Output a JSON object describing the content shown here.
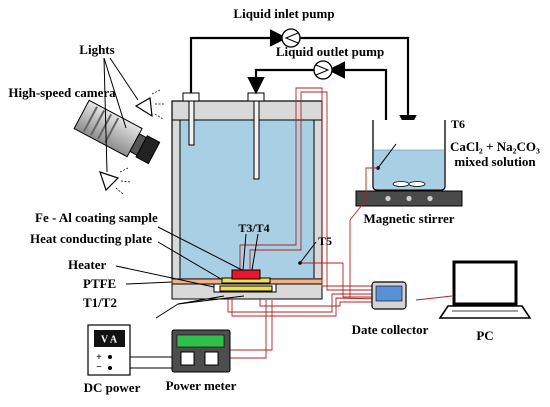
{
  "labels": {
    "inlet_pump": "Liquid inlet pump",
    "outlet_pump": "Liquid outlet pump",
    "lights": "Lights",
    "camera": "High-speed camera",
    "t6": "T6",
    "solution_line1": "CaCl₂ + Na₂CO₃",
    "solution_line2": "mixed solution",
    "stirrer": "Magnetic stirrer",
    "sample": "Fe - Al coating  sample",
    "t3t4": "T3/T4",
    "plate": "Heat conducting plate",
    "t5": "T5",
    "heater": "Heater",
    "ptfe": "PTFE",
    "t1t2": "T1/T2",
    "collector": "Date collector",
    "pc": "PC",
    "dc_power": "DC power",
    "power_meter": "Power meter",
    "va": "V A",
    "plus": "+",
    "minus": "−"
  },
  "colors": {
    "liquid": "#a9cfe4",
    "wall": "#d9d9d9",
    "ptfe": "#f4b183",
    "heater": "#f2e04a",
    "sample": "#e8182a",
    "wire": "#b22222",
    "collector_screen": "#5b8fd6",
    "pc_screen": "#ffffff"
  }
}
